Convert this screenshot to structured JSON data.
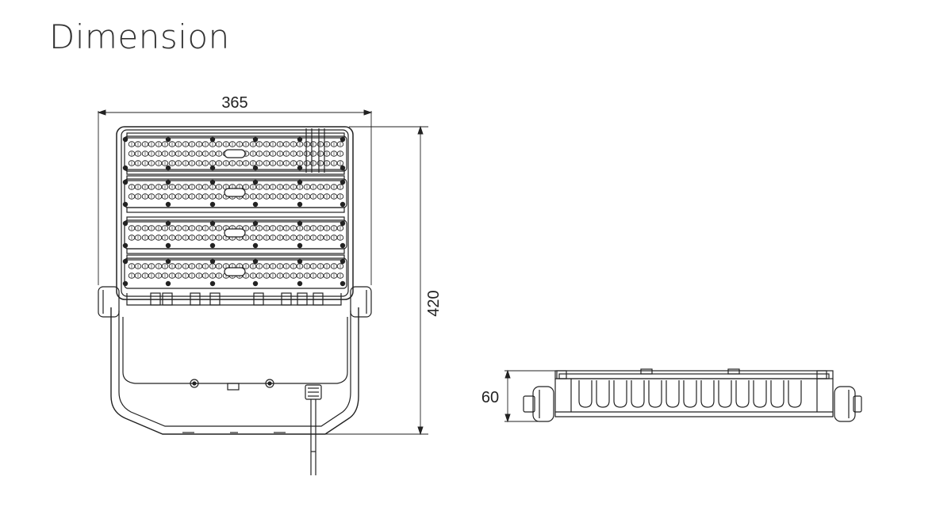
{
  "title": "Dimension",
  "dimensions": {
    "width": "365",
    "height": "420",
    "depth": "60"
  },
  "views": [
    "front-view",
    "side-view"
  ]
}
